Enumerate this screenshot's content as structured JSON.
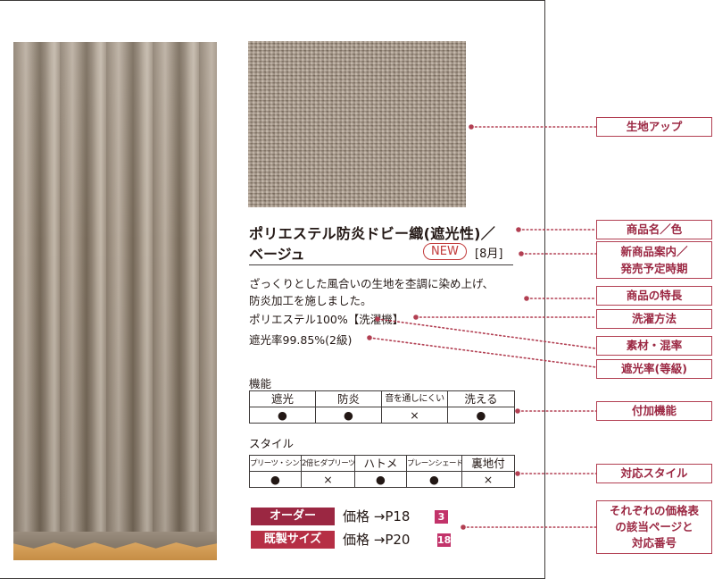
{
  "product": {
    "name_line1": "ポリエステル防炎ドビー織(遮光性)／",
    "name_line2": "ベージュ",
    "new_badge": "NEW",
    "release_month": "[8月]",
    "description_line1": "ざっくりとした風合いの生地を杢調に染め上げ、",
    "description_line2": "防炎加工を施しました。",
    "material": "ポリエステル100%【洗濯機】",
    "blackout_rate": "遮光率99.85%(2級)"
  },
  "functions": {
    "label": "機能",
    "headers": [
      "遮光",
      "防炎",
      "音を通しにくい",
      "洗える"
    ],
    "values": [
      "●",
      "●",
      "×",
      "●"
    ]
  },
  "styles": {
    "label": "スタイル",
    "headers": [
      "プリーツ・シンプリーツ",
      "2倍ヒダプリーツ",
      "ハトメ",
      "プレーンシェード",
      "裏地付"
    ],
    "values": [
      "●",
      "×",
      "●",
      "●",
      "×"
    ]
  },
  "prices": [
    {
      "tag": "オーダー",
      "text": "価格 →P18",
      "number": "3"
    },
    {
      "tag": "既製サイズ",
      "text": "価格 →P20",
      "number": "18"
    }
  ],
  "callouts": {
    "fabric_closeup": "生地アップ",
    "name_color": "商品名／色",
    "new_release_1": "新商品案内／",
    "new_release_2": "発売予定時期",
    "features": "商品の特長",
    "washing": "洗濯方法",
    "material_blend": "素材・混率",
    "blackout_grade": "遮光率(等級)",
    "added_function": "付加機能",
    "styles": "対応スタイル",
    "price_ref_1": "それぞれの価格表",
    "price_ref_2": "の該当ページと",
    "price_ref_3": "対応番号"
  },
  "colors": {
    "accent": "#9b2742",
    "leader": "#b23f52",
    "text": "#231815"
  }
}
